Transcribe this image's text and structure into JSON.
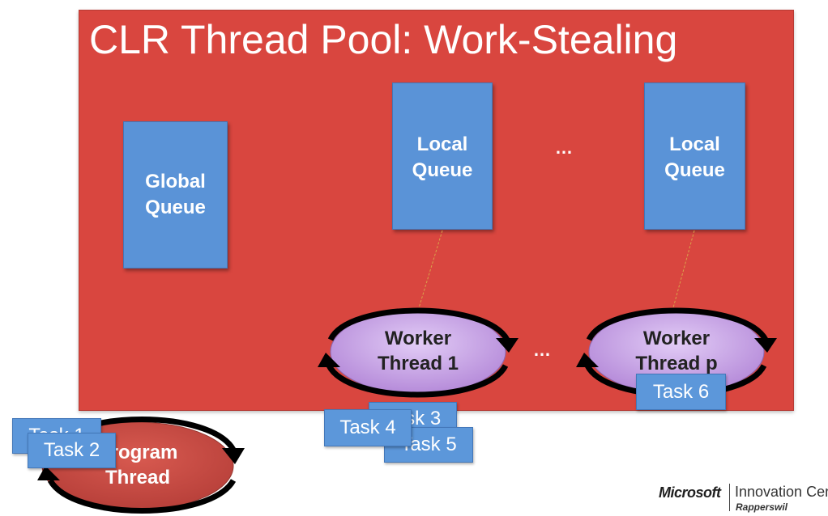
{
  "slide": {
    "title": "CLR Thread Pool: Work-Stealing"
  },
  "queues": {
    "global": [
      "Global",
      "Queue"
    ],
    "local_1": [
      "Local",
      "Queue"
    ],
    "local_p": [
      "Local",
      "Queue"
    ]
  },
  "ellipsis": "…",
  "workers": {
    "worker_1": [
      "Worker",
      "Thread 1"
    ],
    "worker_p": [
      "Worker",
      "Thread p"
    ]
  },
  "program_thread": [
    "Program",
    "Thread"
  ],
  "tasks": {
    "task_1": "Task 1",
    "task_2": "Task 2",
    "task_3": "Task 3",
    "task_4": "Task 4",
    "task_5": "Task 5",
    "task_6": "Task 6"
  },
  "branding": {
    "logo": "Microsoft",
    "center": "Innovation Center",
    "city": "Rapperswil"
  },
  "colors": {
    "panel": "#d9463f",
    "queue": "#5a93d7",
    "worker_ellipse": "#c9a6e8",
    "program_ellipse": "#c84a40",
    "arrow": "#000000"
  }
}
